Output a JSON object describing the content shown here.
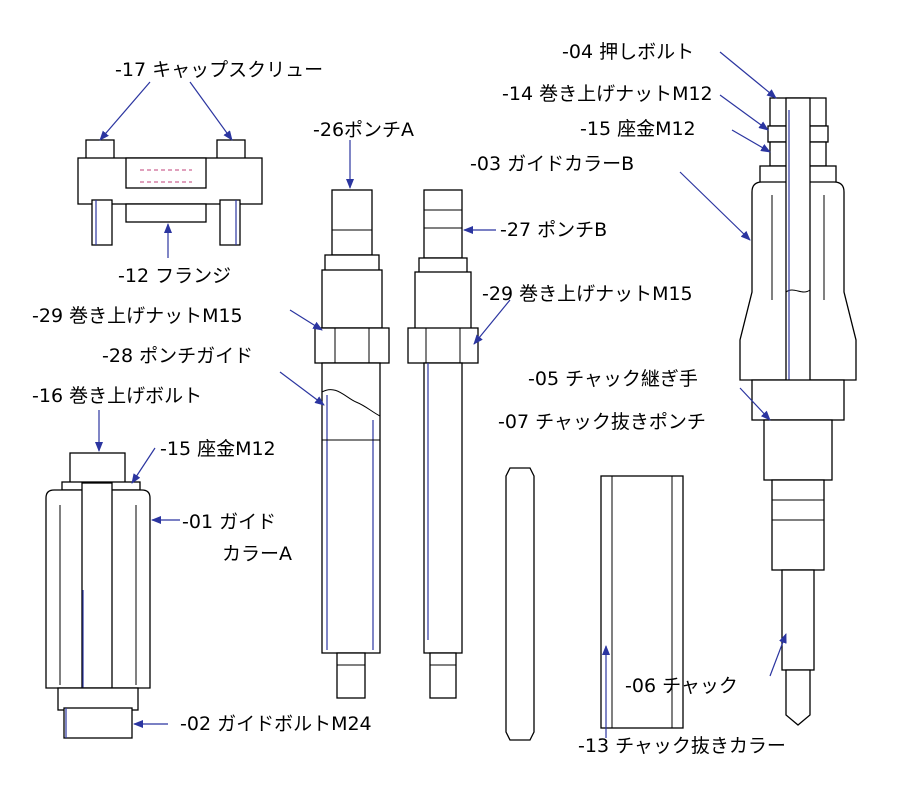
{
  "labels": {
    "p17": "-17 キャップスクリュー",
    "p12": "-12 フランジ",
    "p26": "-26ポンチA",
    "p27": "-27 ポンチB",
    "p29a": "-29 巻き上げナットM15",
    "p29b": "-29 巻き上げナットM15",
    "p28": "-28 ポンチガイド",
    "p16": "-16 巻き上げボルト",
    "p15a": "-15 座金M12",
    "p01a": "-01 ガイド",
    "p01b": "カラーA",
    "p02": "-02 ガイドボルトM24",
    "p04": "-04 押しボルト",
    "p14": "-14 巻き上げナットM12",
    "p15b": "-15 座金M12",
    "p03": "-03 ガイドカラーB",
    "p05": "-05 チャック継ぎ手",
    "p07": "-07 チャック抜きポンチ",
    "p06": "-06 チャック",
    "p13": "-13 チャック抜きカラー"
  }
}
